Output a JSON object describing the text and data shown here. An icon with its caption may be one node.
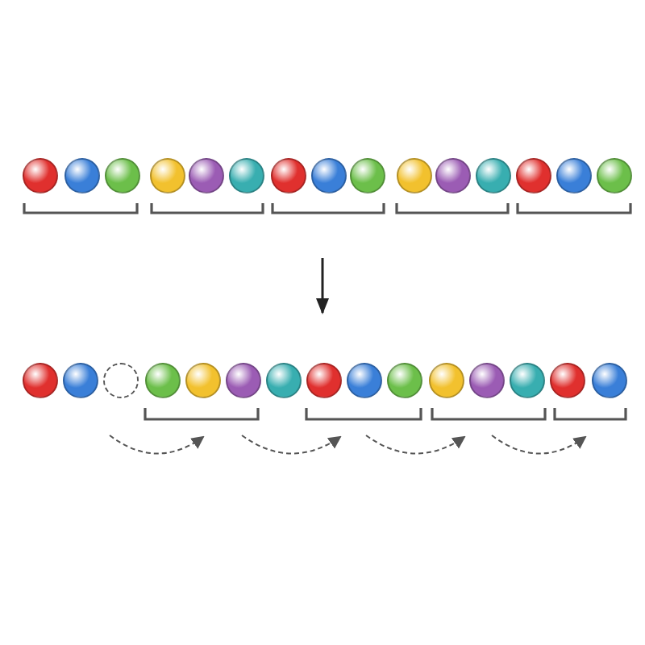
{
  "diagram": {
    "nodes": [
      {
        "text": [],
        "shape": "circle"
      },
      {
        "text": [],
        "shape": "circle"
      },
      {
        "text": [],
        "shape": "circle"
      },
      {
        "text": [],
        "shape": "circle"
      },
      {
        "text": [],
        "shape": "circle"
      },
      {
        "text": [],
        "shape": "circle"
      },
      {
        "text": [],
        "shape": "circle"
      },
      {
        "text": [],
        "shape": "circle"
      },
      {
        "text": [],
        "shape": "circle"
      },
      {
        "text": [],
        "shape": "circle"
      },
      {
        "text": [],
        "shape": "circle"
      },
      {
        "text": [],
        "shape": "circle"
      },
      {
        "text": [],
        "shape": "circle"
      },
      {
        "text": [],
        "shape": "circle"
      },
      {
        "text": [],
        "shape": "circle"
      },
      {
        "text": [],
        "shape": "circle"
      },
      {
        "text": [],
        "shape": "circle"
      },
      {
        "text": [],
        "shape": "circle"
      },
      {
        "text": [],
        "shape": "circle"
      },
      {
        "text": [],
        "shape": "circle"
      },
      {
        "text": [],
        "shape": "circle"
      },
      {
        "text": [],
        "shape": "circle"
      },
      {
        "text": [],
        "shape": "circle"
      },
      {
        "text": [],
        "shape": "circle"
      },
      {
        "text": [],
        "shape": "circle"
      },
      {
        "text": [],
        "shape": "circle"
      },
      {
        "text": [],
        "shape": "circle"
      },
      {
        "text": [],
        "shape": "circle"
      },
      {
        "text": [],
        "shape": "circle"
      },
      {
        "text": [],
        "shape": "circle"
      }
    ]
  }
}
